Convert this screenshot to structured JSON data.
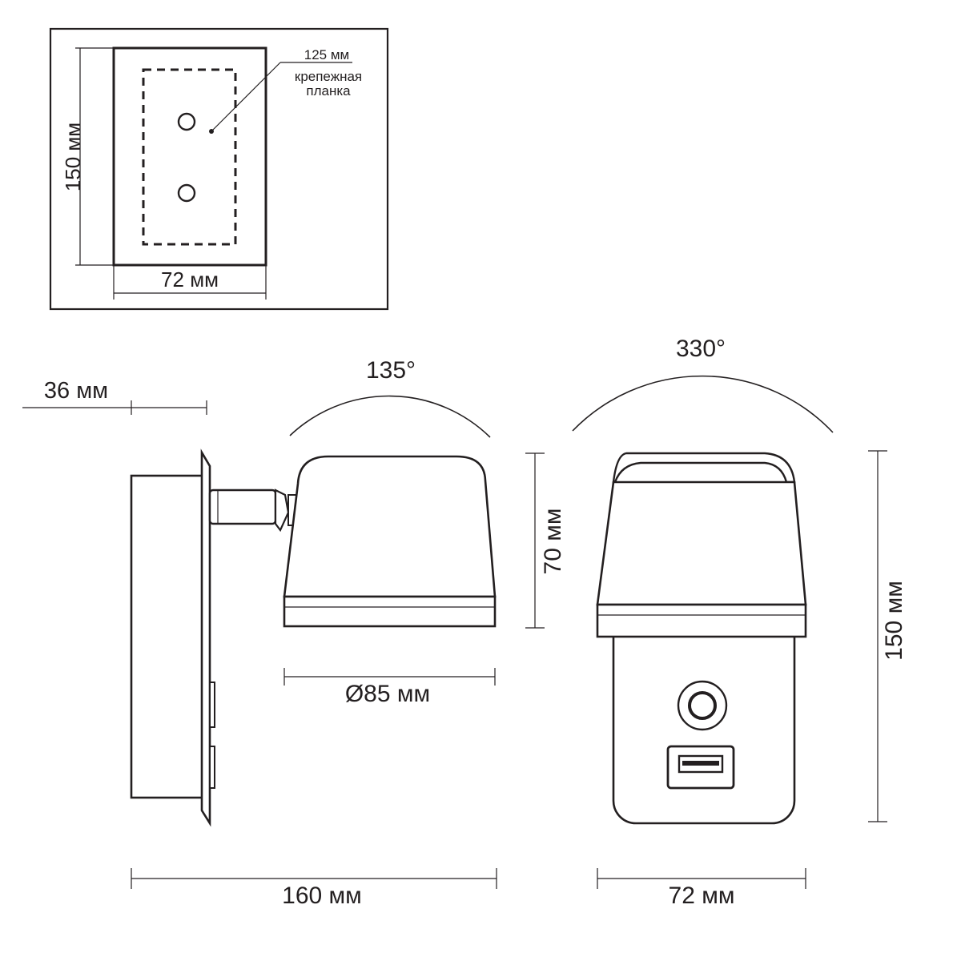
{
  "mount_plate": {
    "width_label": "72 мм",
    "height_label": "150 мм",
    "bracket_size_label": "125 мм",
    "bracket_name_line1": "крепежная",
    "bracket_name_line2": "планка"
  },
  "side_view": {
    "depth_label": "36 мм",
    "tilt_angle_label": "135°",
    "shade_height_label": "70 мм",
    "shade_diameter_label": "Ø85 мм",
    "projection_label": "160 мм"
  },
  "front_view": {
    "rotation_angle_label": "330°",
    "height_label": "150 мм",
    "width_label": "72 мм"
  }
}
